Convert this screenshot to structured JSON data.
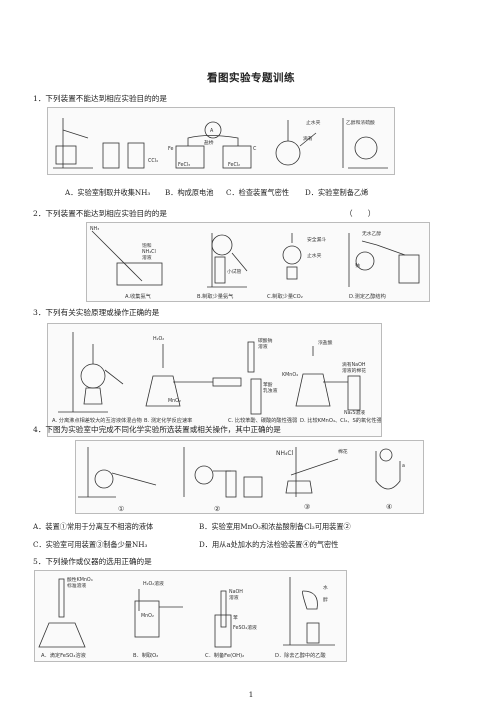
{
  "title": "看图实验专题训练",
  "q1": {
    "stem": "1．下列装置不能达到相应实验目的的是",
    "labels": [
      "CCl₄",
      "A",
      "Fe",
      "盐桥",
      "C",
      "FeCl₃",
      "FeCl₂",
      "止水夹",
      "滴有",
      "乙醇和浓硫酸"
    ],
    "options": [
      "A．实验室制取并收集NH₃",
      "B．构成原电池",
      "C．检查装置气密性",
      "D．实验室制备乙烯"
    ]
  },
  "q2": {
    "stem": "2．下列装置不能达到相应实验目的的是",
    "bracket": "（　　）",
    "labels": [
      "NH₃",
      "饱和",
      "NH₄Cl",
      "溶液",
      "小试管",
      "安全漏斗",
      "止水夹",
      "无水乙醇",
      "钠"
    ],
    "captions": [
      "A.收集氨气",
      "B.制取少量氨气",
      "C.制取少量CO₂",
      "D.测定乙醇结构"
    ]
  },
  "q3": {
    "stem": "3．下列有关实验原理或操作正确的是",
    "labels": [
      "H₂O₂",
      "MnO₂",
      "碳酸钠",
      "溶液",
      "苯酚",
      "乳浊液",
      "浓盐酸",
      "KMnO₄",
      "滴有NaOH",
      "溶液的棉花",
      "Na₂S溶液"
    ],
    "captions": [
      "A. 分离沸点相差较大的互溶液体混合物",
      "B. 测定化学反应速率",
      "C. 比较苯酚、碳酸的酸性强弱",
      "D. 比较KMnO₄、Cl₂、S的氧化性强弱"
    ]
  },
  "q4": {
    "stem": "4．下图为实验室中完成不同化学实验所选装置或相关操作，其中正确的是",
    "labels": [
      "NH₄Cl",
      "棉花",
      "a"
    ],
    "numbers": [
      "①",
      "②",
      "③",
      "④"
    ],
    "options": [
      "A．装置①常用于分离互不相溶的液体",
      "B．实验室用MnO₂和浓盐酸制备Cl₂可用装置②",
      "C．实验室可用装置③制备少量NH₃",
      "D．用从a处加水的方法检验装置④的气密性"
    ]
  },
  "q5": {
    "stem": "5．下列操作或仪器的选用正确的是",
    "labels": [
      "酸性KMnO₄",
      "标准溶液",
      "H₂O₂溶液",
      "MnO₂",
      "NaOH",
      "溶液",
      "苯",
      "FeSO₄溶液",
      "水",
      "醇"
    ],
    "captions": [
      "A．滴定FeSO₄溶液",
      "B．制取O₂",
      "C．制备Fe(OH)₂",
      "D．除去乙醇中的乙酸"
    ]
  },
  "page_number": "1"
}
